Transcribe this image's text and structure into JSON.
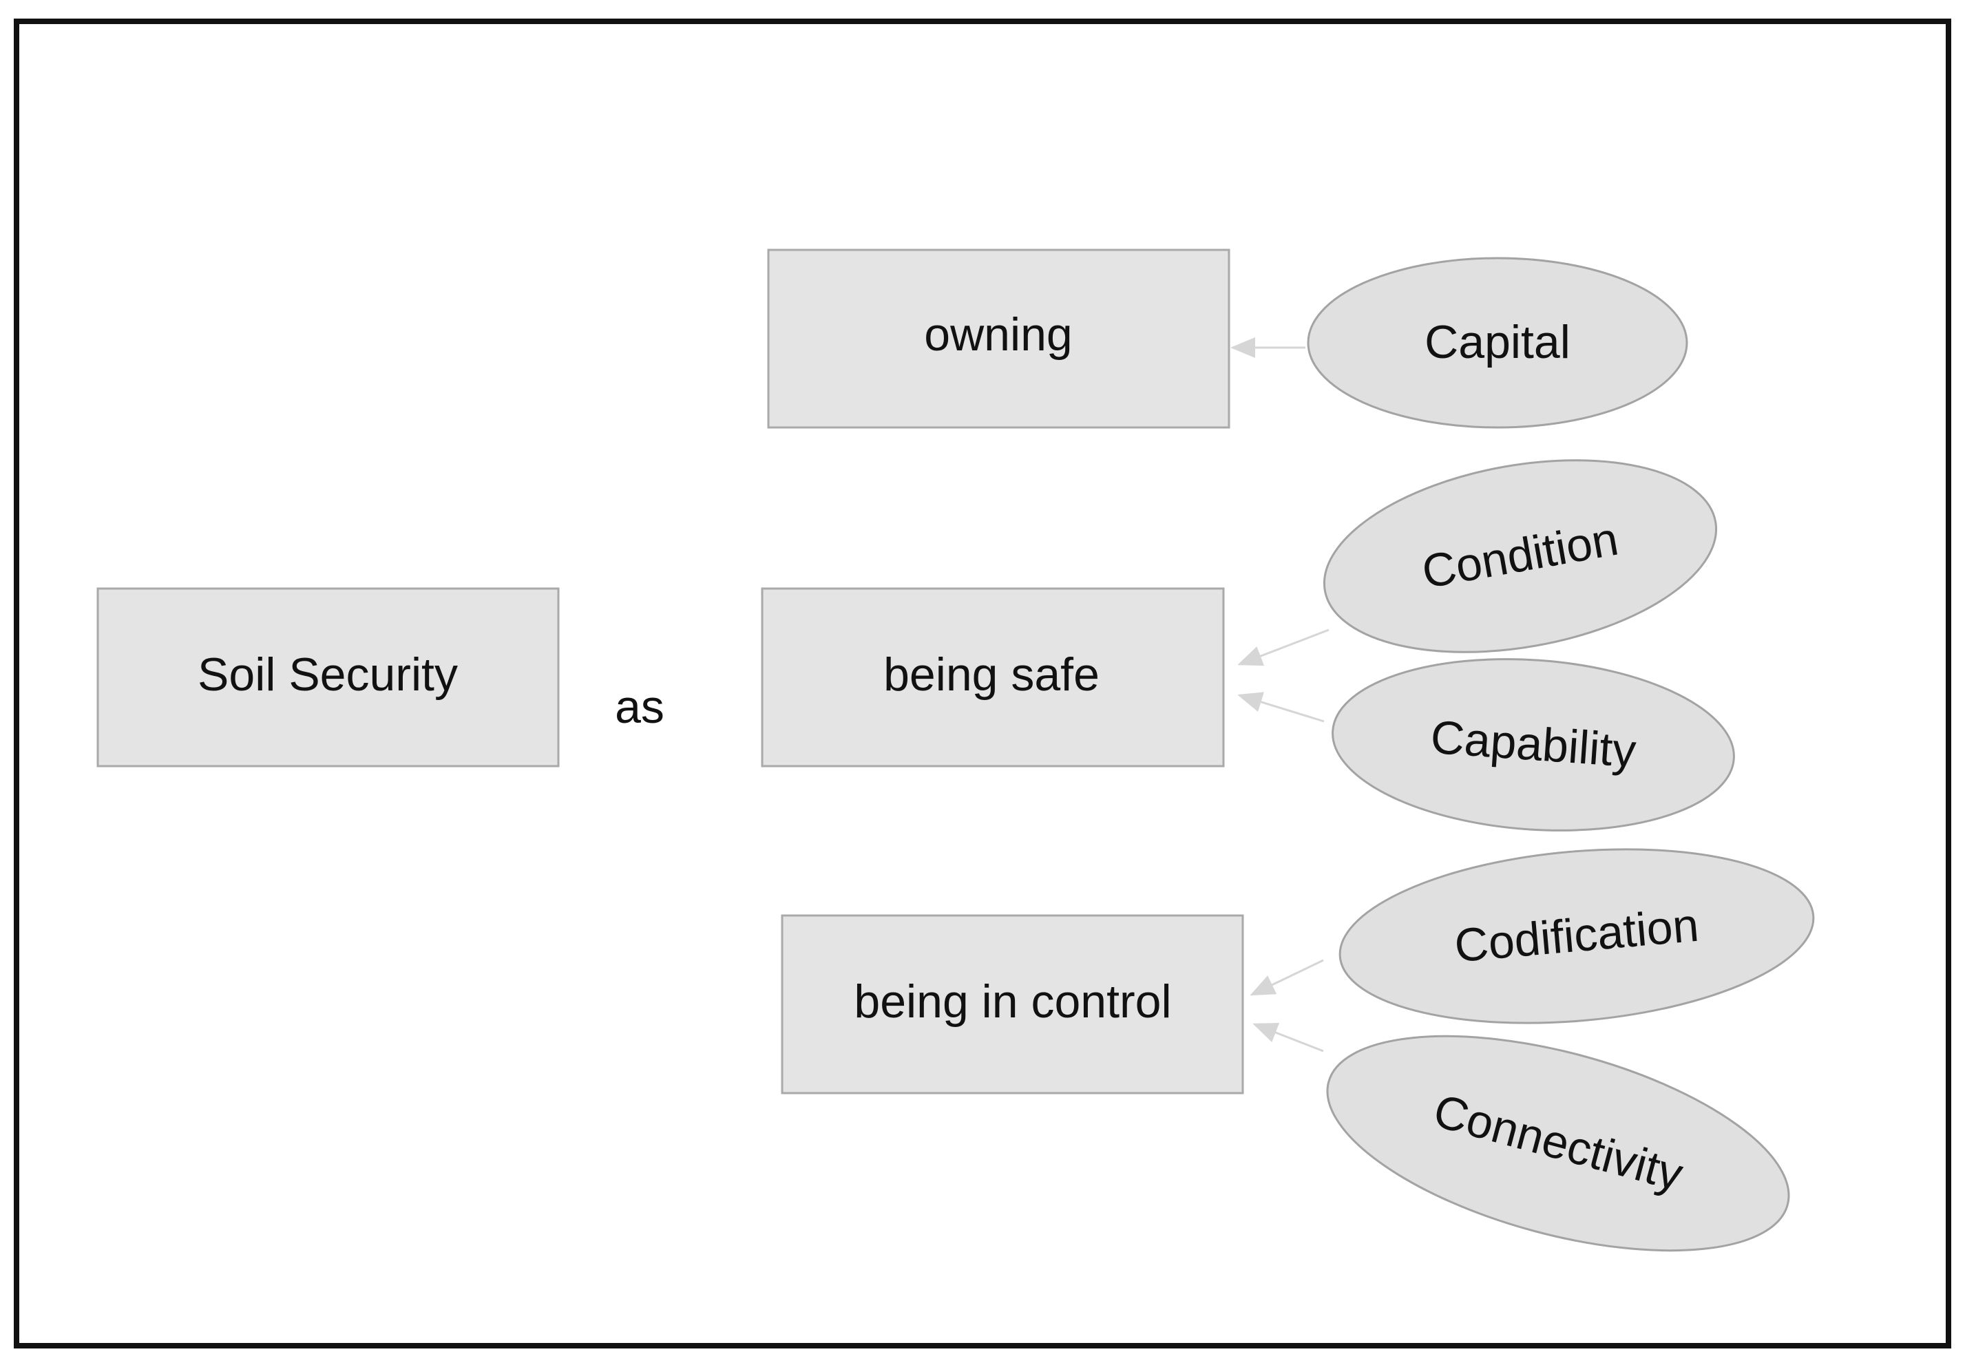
{
  "diagram": {
    "root": "Soil Security",
    "connector_word": "as",
    "aspects": [
      {
        "label": "owning",
        "drivers": [
          "Capital"
        ]
      },
      {
        "label": "being safe",
        "drivers": [
          "Condition",
          "Capability"
        ]
      },
      {
        "label": "being in control",
        "drivers": [
          "Codification",
          "Connectivity"
        ]
      }
    ]
  },
  "colors": {
    "frame": "#111111",
    "box_fill": "#e4e4e4",
    "box_stroke": "#a9a9a9",
    "ellipse_fill": "#e0e0e0",
    "ellipse_stroke": "#a3a3a3",
    "arrow": "#d6d6d6",
    "text": "#111111"
  }
}
